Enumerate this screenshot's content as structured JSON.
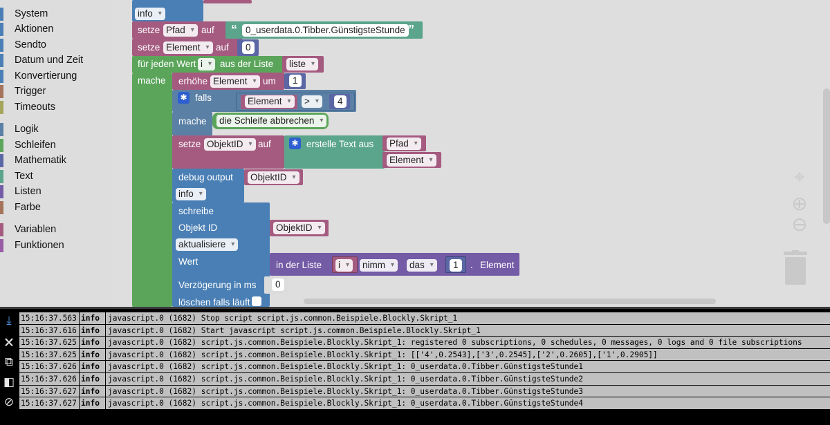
{
  "toolbox": {
    "groups": [
      {
        "label": "System",
        "color": "#4a7fb5"
      },
      {
        "label": "Aktionen",
        "color": "#4a7fb5"
      },
      {
        "label": "Sendto",
        "color": "#4a7fb5"
      },
      {
        "label": "Datum und Zeit",
        "color": "#4a7fb5"
      },
      {
        "label": "Konvertierung",
        "color": "#4a7fb5"
      },
      {
        "label": "Trigger",
        "color": "#a5745b"
      },
      {
        "label": "Timeouts",
        "color": "#a5a55b"
      },
      {
        "label": "Logik",
        "color": "#5b80a5"
      },
      {
        "label": "Schleifen",
        "color": "#5ba55b"
      },
      {
        "label": "Mathematik",
        "color": "#5b67a5"
      },
      {
        "label": "Text",
        "color": "#5ba58c"
      },
      {
        "label": "Listen",
        "color": "#745ba5"
      },
      {
        "label": "Farbe",
        "color": "#a5745b"
      },
      {
        "label": "Variablen",
        "color": "#a55b80"
      },
      {
        "label": "Funktionen",
        "color": "#995ba5"
      }
    ]
  },
  "blocks": {
    "info_top": "info",
    "set_pfad": {
      "setze": "setze",
      "var": "Pfad",
      "auf": "auf",
      "value": "0_userdata.0.Tibber.GünstigsteStunde"
    },
    "set_element": {
      "setze": "setze",
      "var": "Element",
      "auf": "auf",
      "value": "0"
    },
    "foreach": {
      "label": "für jeden Wert",
      "var": "i",
      "from": "aus der Liste",
      "list": "liste",
      "do": "mache"
    },
    "increment": {
      "label": "erhöhe",
      "var": "Element",
      "by": "um",
      "value": "1"
    },
    "if_block": {
      "label": "falls",
      "var": "Element",
      "op": ">",
      "value": "4",
      "do": "mache",
      "action": "die Schleife abbrechen"
    },
    "set_objektid": {
      "setze": "setze",
      "var": "ObjektID",
      "auf": "auf",
      "create": "erstelle Text aus",
      "item1": "Pfad",
      "item2": "Element"
    },
    "debug": {
      "label": "debug output",
      "var": "ObjektID",
      "level": "info"
    },
    "write": {
      "label": "schreibe",
      "objid_label": "Objekt ID",
      "objid_var": "ObjektID",
      "mode": "aktualisiere",
      "value_label": "Wert",
      "in_list": "in der Liste",
      "list_var": "i",
      "take": "nimm",
      "which": "das",
      "index": "1",
      "dot": ".",
      "element": "Element",
      "delay_label": "Verzögerung in ms",
      "delay": "0",
      "clear_label": "löschen falls läuft"
    }
  },
  "log": {
    "rows": [
      {
        "time": "15:16:37.563",
        "level": "info",
        "message": "javascript.0 (1682) Stop script script.js.common.Beispiele.Blockly.Skript_1"
      },
      {
        "time": "15:16:37.616",
        "level": "info",
        "message": "javascript.0 (1682) Start javascript script.js.common.Beispiele.Blockly.Skript_1"
      },
      {
        "time": "15:16:37.625",
        "level": "info",
        "message": "javascript.0 (1682) script.js.common.Beispiele.Blockly.Skript_1: registered 0 subscriptions, 0 schedules, 0 messages, 0 logs and 0 file subscriptions"
      },
      {
        "time": "15:16:37.625",
        "level": "info",
        "message": "javascript.0 (1682) script.js.common.Beispiele.Blockly.Skript_1: [['4',0.2543],['3',0.2545],['2',0.2605],['1',0.2905]]"
      },
      {
        "time": "15:16:37.626",
        "level": "info",
        "message": "javascript.0 (1682) script.js.common.Beispiele.Blockly.Skript_1: 0_userdata.0.Tibber.GünstigsteStunde1"
      },
      {
        "time": "15:16:37.626",
        "level": "info",
        "message": "javascript.0 (1682) script.js.common.Beispiele.Blockly.Skript_1: 0_userdata.0.Tibber.GünstigsteStunde2"
      },
      {
        "time": "15:16:37.627",
        "level": "info",
        "message": "javascript.0 (1682) script.js.common.Beispiele.Blockly.Skript_1: 0_userdata.0.Tibber.GünstigsteStunde3"
      },
      {
        "time": "15:16:37.627",
        "level": "info",
        "message": "javascript.0 (1682) script.js.common.Beispiele.Blockly.Skript_1: 0_userdata.0.Tibber.GünstigsteStunde4"
      }
    ]
  }
}
